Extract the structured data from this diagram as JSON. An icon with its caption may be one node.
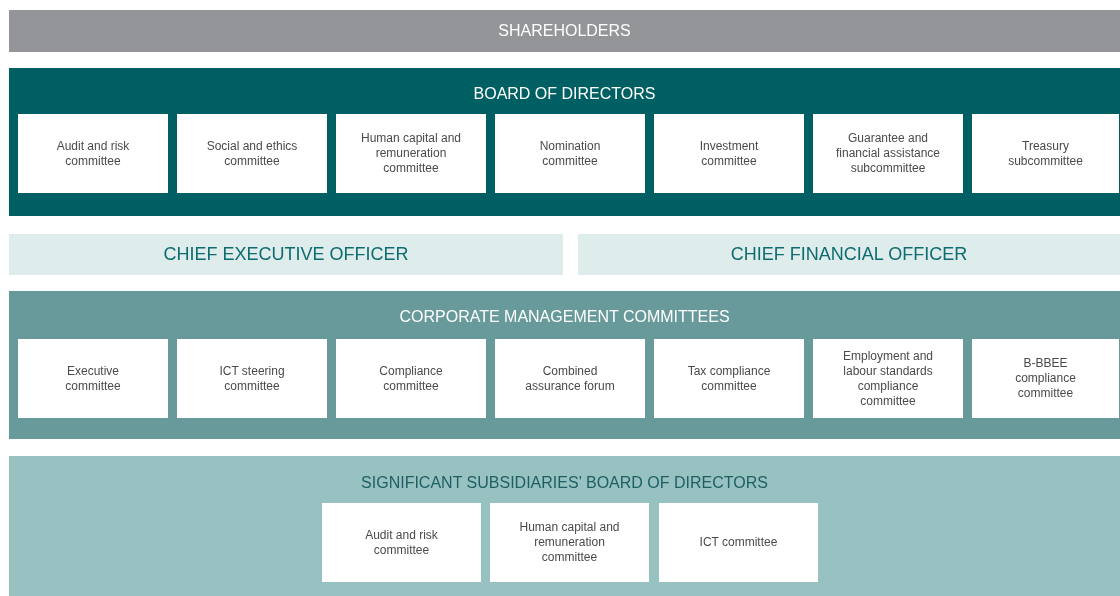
{
  "diagram": {
    "nodes": [
      {
        "text": [
          "SHAREHOLDERS"
        ]
      },
      {
        "text": [
          "BOARD OF DIRECTORS"
        ]
      },
      {
        "text": [
          "Audit and risk committee"
        ],
        "in": 1
      },
      {
        "text": [
          "Social and ethics committee"
        ],
        "in": 1
      },
      {
        "text": [
          "Human capital and remuneration committee"
        ],
        "in": 1
      },
      {
        "text": [
          "Nomination committee"
        ],
        "in": 1
      },
      {
        "text": [
          "Investment committee"
        ],
        "in": 1
      },
      {
        "text": [
          "Guarantee and financial assistance subcommittee"
        ],
        "in": 1
      },
      {
        "text": [
          "Treasury subcommittee"
        ],
        "in": 1
      },
      {
        "text": [
          "CHIEF EXECUTIVE OFFICER"
        ]
      },
      {
        "text": [
          "CHIEF FINANCIAL OFFICER"
        ]
      },
      {
        "text": [
          "CORPORATE MANAGEMENT COMMITTEES"
        ]
      },
      {
        "text": [
          "Executive committee"
        ],
        "in": 11
      },
      {
        "text": [
          "ICT steering committee"
        ],
        "in": 11
      },
      {
        "text": [
          "Compliance committee"
        ],
        "in": 11
      },
      {
        "text": [
          "Combined assurance forum"
        ],
        "in": 11
      },
      {
        "text": [
          "Tax compliance committee"
        ],
        "in": 11
      },
      {
        "text": [
          "Employment and labour standards compliance committee"
        ],
        "in": 11
      },
      {
        "text": [
          "B-BBEE compliance committee"
        ],
        "in": 11
      },
      {
        "text": [
          "SIGNIFICANT SUBSIDIARIES’ BOARD OF DIRECTORS"
        ]
      },
      {
        "text": [
          "Audit and risk committee"
        ],
        "in": 19
      },
      {
        "text": [
          "Human capital and remuneration committee"
        ],
        "in": 19
      },
      {
        "text": [
          "ICT committee"
        ],
        "in": 19
      }
    ]
  }
}
